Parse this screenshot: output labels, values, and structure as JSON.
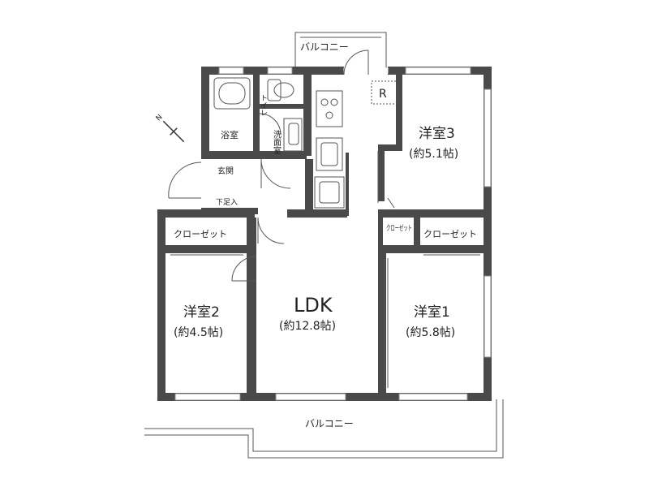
{
  "rooms": {
    "balcony_top": "バルコニー",
    "balcony_bottom": "バルコニー",
    "refrigerator": "R",
    "toilet": "トイレ",
    "bath": "浴室",
    "washroom": "洗面室",
    "entrance": "玄関",
    "shoe_box": "下足入",
    "western3_name": "洋室3",
    "western3_size": "(約5.1帖)",
    "closet_small": "クローゼット",
    "closet_right": "クローゼット",
    "closet_left": "クローゼット",
    "western2_name": "洋室2",
    "western2_size": "(約4.5帖)",
    "ldk_name": "LDK",
    "ldk_size": "(約12.8帖)",
    "western1_name": "洋室1",
    "western1_size": "(約5.8帖)"
  },
  "compass": {
    "north_label": "N"
  },
  "colors": {
    "wall": "#4a4a4a",
    "line": "#555555",
    "background": "#ffffff"
  }
}
